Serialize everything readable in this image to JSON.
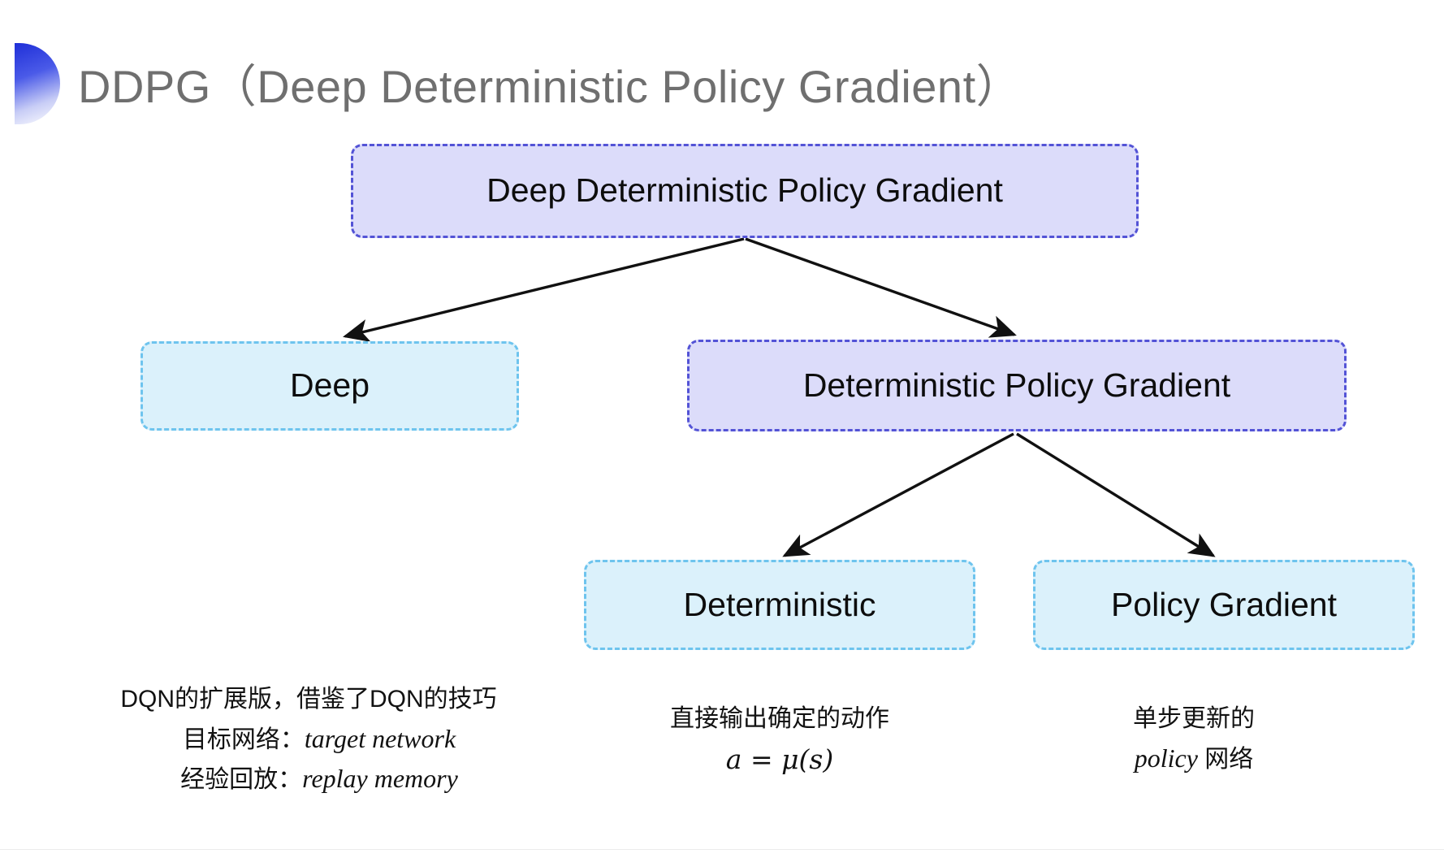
{
  "slide": {
    "title": "DDPG（Deep Deterministic Policy Gradient）",
    "bullet_icon": "half-circle-gradient-icon",
    "background_color": "#ffffff"
  },
  "colors": {
    "purple_fill": "#dcdcfa",
    "purple_border": "#5353d6",
    "blue_fill": "#dbf1fb",
    "blue_border": "#6ec4ee",
    "arrow": "#111111",
    "title_text": "#6f6f6f",
    "body_text": "#121212",
    "bullet_gradient_start": "#1f2fd8",
    "bullet_gradient_end": "#ffffff"
  },
  "chart_data": {
    "type": "diagram",
    "title": "DDPG（Deep Deterministic Policy Gradient）",
    "layout": "top-down tree",
    "nodes": [
      {
        "id": "root",
        "label": "Deep Deterministic Policy Gradient",
        "style": "purple",
        "level": 0
      },
      {
        "id": "deep",
        "label": "Deep",
        "style": "blue",
        "level": 1
      },
      {
        "id": "dpg",
        "label": "Deterministic Policy Gradient",
        "style": "purple",
        "level": 1
      },
      {
        "id": "det",
        "label": "Deterministic",
        "style": "blue",
        "level": 2
      },
      {
        "id": "pg",
        "label": "Policy Gradient",
        "style": "blue",
        "level": 2
      }
    ],
    "edges": [
      {
        "from": "root",
        "to": "deep",
        "arrow": true
      },
      {
        "from": "root",
        "to": "dpg",
        "arrow": true
      },
      {
        "from": "dpg",
        "to": "det",
        "arrow": true
      },
      {
        "from": "dpg",
        "to": "pg",
        "arrow": true
      }
    ]
  },
  "nodes": {
    "root": {
      "label": "Deep Deterministic Policy Gradient"
    },
    "deep": {
      "label": "Deep"
    },
    "dpg": {
      "label": "Deterministic Policy Gradient"
    },
    "det": {
      "label": "Deterministic"
    },
    "pg": {
      "label": "Policy Gradient"
    }
  },
  "captions": {
    "deep": {
      "line1": "DQN的扩展版，借鉴了DQN的技巧",
      "line2_label": "目标网络：",
      "line2_term": "target network",
      "line3_label": "经验回放：",
      "line3_term": "replay memory"
    },
    "deterministic": {
      "line1": "直接输出确定的动作",
      "formula": "a = μ(s)"
    },
    "policy_gradient": {
      "line1": "单步更新的",
      "line2_term": "policy",
      "line2_rest": " 网络"
    }
  }
}
